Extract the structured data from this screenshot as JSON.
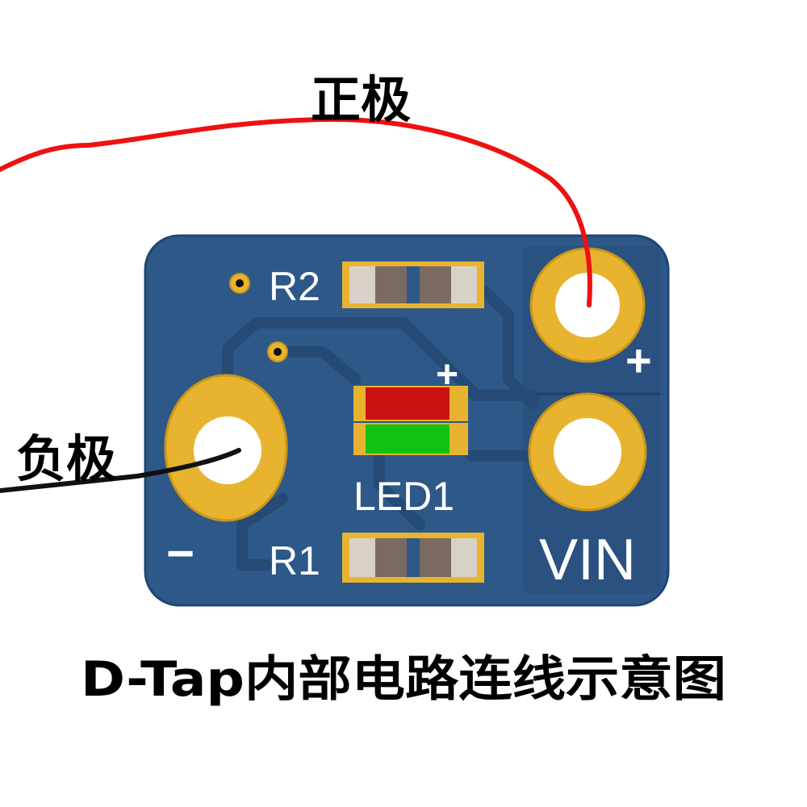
{
  "labels": {
    "positive": "正极",
    "negative": "负极",
    "caption": "D-Tap内部电路连线示意图"
  },
  "silkscreen": {
    "r2": "R2",
    "r1": "R1",
    "led": "LED1",
    "led_plus": "+",
    "pad_plus": "+",
    "minus": "−",
    "vin": "VIN"
  },
  "colors": {
    "board": "#2d5888",
    "board_edge": "#1f4672",
    "copper_area": "#2a5180",
    "trace": "#264c78",
    "pad_gold": "#e8b430",
    "pad_gold_dark": "#c99617",
    "resistor_body": "#7a6a62",
    "resistor_end": "#d7d1c8",
    "led_red": "#cc1111",
    "led_green": "#13c113",
    "wire_positive": "#ee1111",
    "wire_negative": "#111111",
    "silkscreen": "#ffffff"
  }
}
